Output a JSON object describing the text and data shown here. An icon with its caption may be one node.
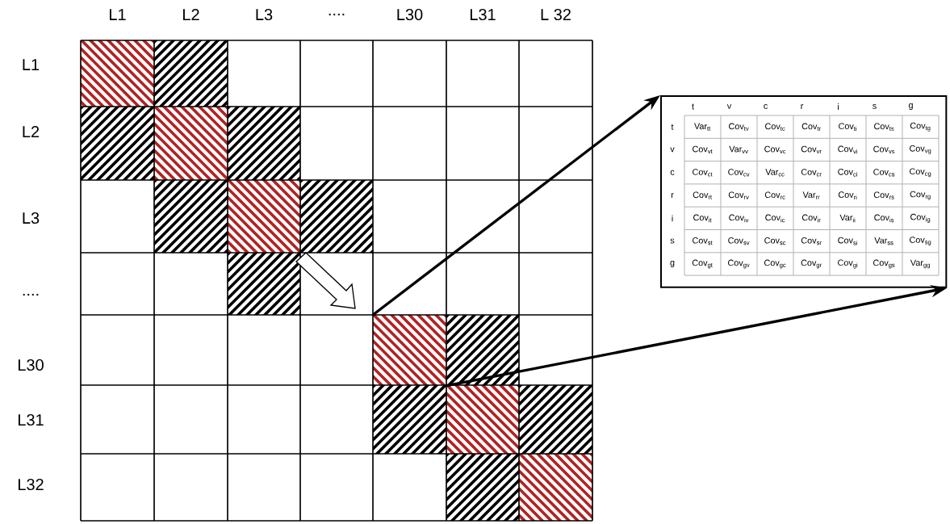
{
  "diagram": {
    "nodes": [
      {
        "text": [],
        "shape": "box"
      },
      {
        "text": [],
        "shape": "box"
      }
    ],
    "edges": [
      {
        "from": 0,
        "to": 1,
        "arrow": "to"
      },
      {
        "from": 0,
        "to": 1,
        "arrow": "to"
      }
    ],
    "labels": [
      "L1",
      "L2",
      "L3",
      "....",
      "L30",
      "L31",
      "L 32",
      "L1",
      "L2",
      "L3",
      "....",
      "L30",
      "L31",
      "L32",
      "t",
      "v",
      "c",
      "r",
      "i",
      "s",
      "g",
      "t",
      "Var$_{tt}$",
      "Cov$_{tv}$",
      "Cov$_{tc}$",
      "Cov$_{tr}$",
      "Cov$_{ti}$",
      "Cov$_{ts}$",
      "Cov$_{tg}$",
      "v",
      "Cov$_{vt}$",
      "Var$_{vv}$",
      "Cov$_{vc}$",
      "Cov$_{vr}$",
      "Cov$_{vi}$",
      "Cov$_{vs}$",
      "Cov$_{vg}$",
      "c",
      "Cov$_{ct}$",
      "Cov$_{cv}$",
      "Var$_{cc}$",
      "Cov$_{cr}$",
      "Cov$_{ci}$",
      "Cov$_{cs}$",
      "Cov$_{cg}$",
      "r",
      "Cov$_{rt}$",
      "Cov$_{rv}$",
      "Cov$_{rc}$",
      "Var$_{rr}$",
      "Cov$_{ri}$",
      "Cov$_{rs}$",
      "Cov$_{rg}$",
      "i",
      "Cov$_{it}$",
      "Cov$_{iv}$",
      "Cov$_{ic}$",
      "Cov$_{ir}$",
      "Var$_{ii}$",
      "Cov$_{is}$",
      "Cov$_{ig}$",
      "s",
      "Cov$_{st}$",
      "Cov$_{sv}$",
      "Cov$_{sc}$",
      "Cov$_{sr}$",
      "Cov$_{si}$",
      "Var$_{ss}$",
      "Cov$_{sg}$",
      "g",
      "Cov$_{gt}$",
      "Cov$_{gv}$",
      "Cov$_{gc}$",
      "Cov$_{gr}$",
      "Cov$_{gi}$",
      "Cov$_{gs}$",
      "Var$_{gg}$"
    ]
  }
}
